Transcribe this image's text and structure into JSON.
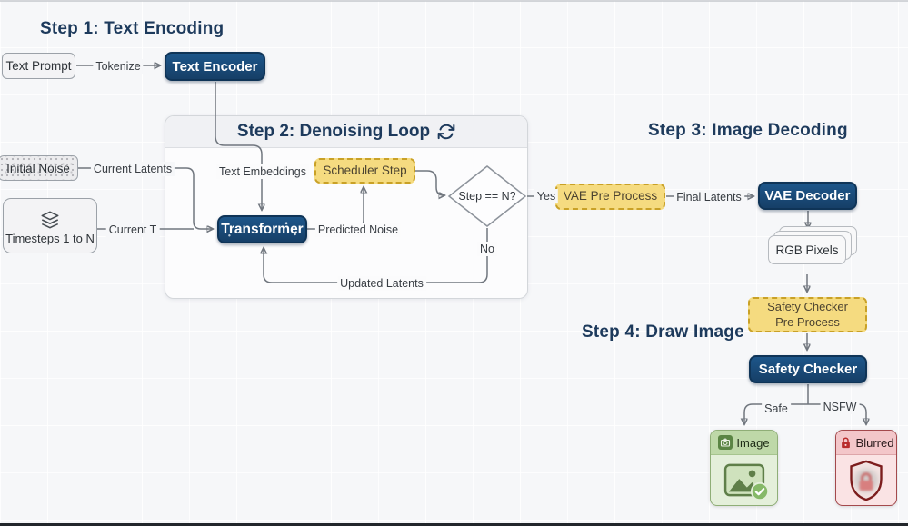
{
  "headings": {
    "step1": "Step 1: Text Encoding",
    "step2": "Step 2: Denoising Loop",
    "step3": "Step 3: Image Decoding",
    "step4": "Step 4: Draw Image"
  },
  "nodes": {
    "text_prompt": "Text Prompt",
    "text_encoder": "Text Encoder",
    "initial_noise": "Initial Noise",
    "timesteps": "Timesteps 1 to N",
    "scheduler_step": "Scheduler Step",
    "transformer": "Transformer",
    "decision": "Step == N?",
    "vae_pre_process": "VAE Pre Process",
    "vae_decoder": "VAE Decoder",
    "rgb_pixels": "RGB Pixels",
    "safety_pre_line1": "Safety Checker",
    "safety_pre_line2": "Pre Process",
    "safety_checker": "Safety Checker"
  },
  "edge_labels": {
    "tokenize": "Tokenize",
    "current_latents": "Current Latents",
    "current_t": "Current T",
    "text_embeddings": "Text Embeddings",
    "predicted_noise": "Predicted Noise",
    "updated_latents": "Updated Latents",
    "yes": "Yes",
    "no": "No",
    "final_latents": "Final Latents",
    "safe": "Safe",
    "nsfw": "NSFW"
  },
  "cards": {
    "image": {
      "label": "Image"
    },
    "blurred": {
      "label": "Blurred"
    }
  },
  "icons": {
    "loop": "circular-refresh-arrows",
    "layers": "stacked-layers",
    "camera": "camera",
    "lock": "padlock",
    "picture": "picture-with-checkmark",
    "shield": "shield-with-blurred-lock"
  },
  "colors": {
    "navy": "#1a4c7a",
    "navy_border": "#0f3457",
    "heading": "#1d3a5c",
    "yellow_fill": "#f5db80",
    "yellow_border": "#c9a127",
    "green_header": "#bed8a8",
    "green_body": "#e4efda",
    "red_header": "#f3c6c9",
    "red_body": "#fae3e4",
    "line": "#70767e"
  }
}
